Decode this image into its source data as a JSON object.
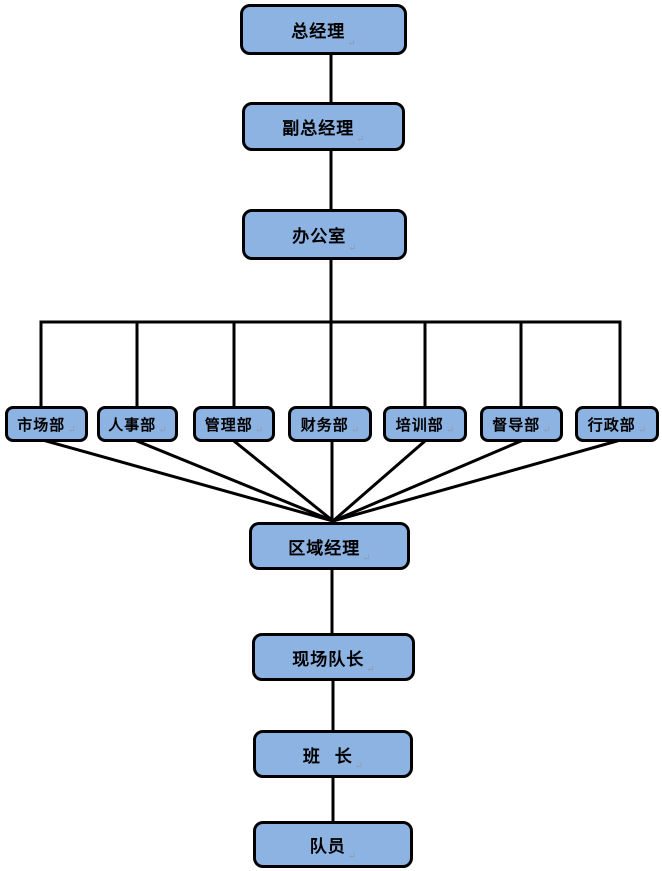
{
  "diagram": {
    "type": "org-chart",
    "paragraph_mark": "↵",
    "colors": {
      "node_fill": "#8DB3E2",
      "node_border": "#000000",
      "connector": "#000000",
      "background": "#ffffff"
    },
    "nodes": [
      {
        "id": "general-manager",
        "label": "总经理",
        "level": 1
      },
      {
        "id": "deputy-general-manager",
        "label": "副总经理",
        "level": 2
      },
      {
        "id": "office",
        "label": "办公室",
        "level": 3
      },
      {
        "id": "marketing-dept",
        "label": "市场部",
        "level": 4
      },
      {
        "id": "hr-dept",
        "label": "人事部",
        "level": 4
      },
      {
        "id": "management-dept",
        "label": "管理部",
        "level": 4
      },
      {
        "id": "finance-dept",
        "label": "财务部",
        "level": 4
      },
      {
        "id": "training-dept",
        "label": "培训部",
        "level": 4
      },
      {
        "id": "supervision-dept",
        "label": "督导部",
        "level": 4
      },
      {
        "id": "admin-dept",
        "label": "行政部",
        "level": 4
      },
      {
        "id": "regional-manager",
        "label": "区域经理",
        "level": 5
      },
      {
        "id": "site-captain",
        "label": "现场队长",
        "level": 6
      },
      {
        "id": "squad-leader",
        "label": "班  长",
        "level": 7
      },
      {
        "id": "team-member",
        "label": "队员",
        "level": 8
      }
    ],
    "edges": [
      [
        "general-manager",
        "deputy-general-manager"
      ],
      [
        "deputy-general-manager",
        "office"
      ],
      [
        "office",
        "marketing-dept"
      ],
      [
        "office",
        "hr-dept"
      ],
      [
        "office",
        "management-dept"
      ],
      [
        "office",
        "finance-dept"
      ],
      [
        "office",
        "training-dept"
      ],
      [
        "office",
        "supervision-dept"
      ],
      [
        "office",
        "admin-dept"
      ],
      [
        "marketing-dept",
        "regional-manager"
      ],
      [
        "hr-dept",
        "regional-manager"
      ],
      [
        "management-dept",
        "regional-manager"
      ],
      [
        "finance-dept",
        "regional-manager"
      ],
      [
        "training-dept",
        "regional-manager"
      ],
      [
        "supervision-dept",
        "regional-manager"
      ],
      [
        "admin-dept",
        "regional-manager"
      ],
      [
        "regional-manager",
        "site-captain"
      ],
      [
        "site-captain",
        "squad-leader"
      ],
      [
        "squad-leader",
        "team-member"
      ]
    ]
  }
}
